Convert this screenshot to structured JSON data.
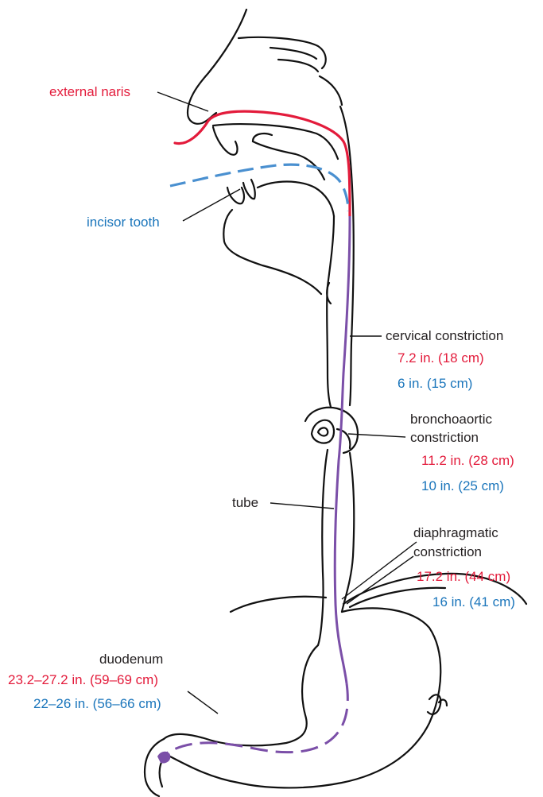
{
  "colors": {
    "outline": "#111111",
    "nasal_route": "#e31b3b",
    "oral_route": "#4a90d0",
    "tube": "#7b4fa8",
    "label_text": "#231f20",
    "nasal_text": "#e31b3b",
    "oral_text": "#1a75bb"
  },
  "labels": {
    "external_naris": "external naris",
    "incisor_tooth": "incisor tooth",
    "cervical": {
      "name": "cervical constriction",
      "nasal": "7.2 in. (18 cm)",
      "oral": "6 in. (15 cm)"
    },
    "bronchoaortic": {
      "name_line1": "bronchoaortic",
      "name_line2": "constriction",
      "nasal": "11.2 in. (28 cm)",
      "oral": "10 in. (25 cm)"
    },
    "tube": "tube",
    "diaphragmatic": {
      "name_line1": "diaphragmatic",
      "name_line2": "constriction",
      "nasal": "17.2 in. (44 cm)",
      "oral": "16 in. (41 cm)"
    },
    "duodenum": {
      "name": "duodenum",
      "nasal": "23.2–27.2 in. (59–69 cm)",
      "oral": "22–26 in. (56–66 cm)"
    }
  }
}
